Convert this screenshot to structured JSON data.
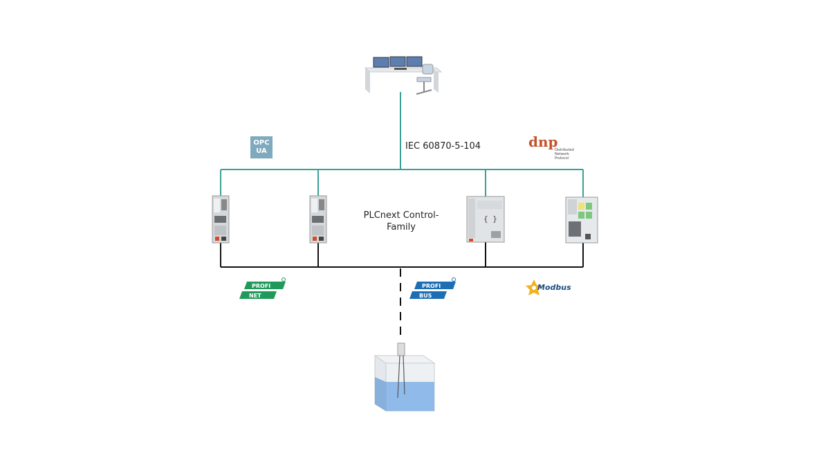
{
  "labels": {
    "iec": "IEC 60870-5-104",
    "family_line1": "PLCnext Control-",
    "family_line2": "Family"
  },
  "logos": {
    "opc_line1": "OPC",
    "opc_line2": "UA",
    "dnp_sub1": "Distributed",
    "dnp_sub2": "Network",
    "dnp_sub3": "Protocol",
    "modbus": "Modbus"
  },
  "colors": {
    "network_line": "#3aa095",
    "field_line": "#111111",
    "profinet": "#1f9a5b",
    "profibus": "#1c6fb4",
    "opc": "#7fa9bd",
    "modbus_star": "#f2b321"
  },
  "icons": [
    "workstation-icon",
    "controller-icon",
    "tank-icon",
    "profinet-logo",
    "profibus-logo",
    "modbus-logo",
    "dnp-logo",
    "opc-ua-logo"
  ]
}
